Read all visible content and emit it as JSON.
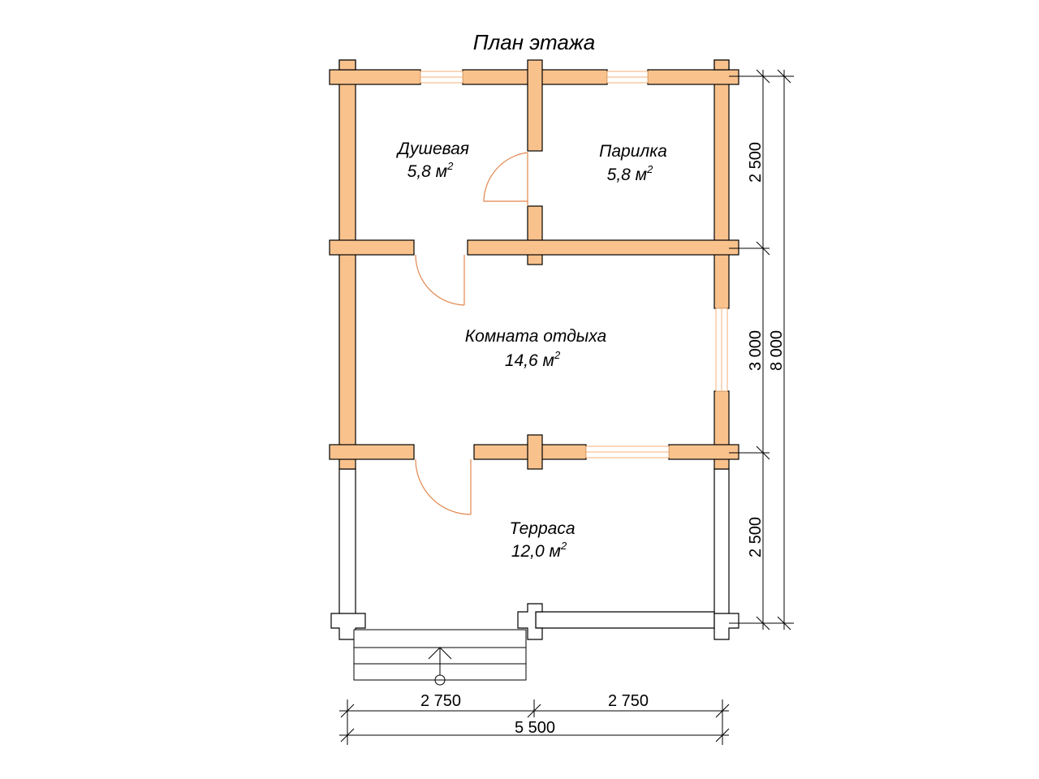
{
  "title": "План этажа",
  "rooms": [
    {
      "id": "shower",
      "name": "Душевая",
      "area": "5,8 м",
      "sup": "2"
    },
    {
      "id": "steam",
      "name": "Парилка",
      "area": "5,8 м",
      "sup": "2"
    },
    {
      "id": "lounge",
      "name": "Комната отдыха",
      "area": "14,6 м",
      "sup": "2"
    },
    {
      "id": "terrace",
      "name": "Терраса",
      "area": "12,0 м",
      "sup": "2"
    }
  ],
  "dimensions": {
    "right_segments": [
      "2 500",
      "3 000",
      "2 500"
    ],
    "right_total": "8 000",
    "bottom_segments": [
      "2 750",
      "2 750"
    ],
    "bottom_total": "5 500"
  },
  "colors": {
    "wall": "#f9c28d",
    "door": "#e2874e",
    "window": "#f3b07a"
  }
}
